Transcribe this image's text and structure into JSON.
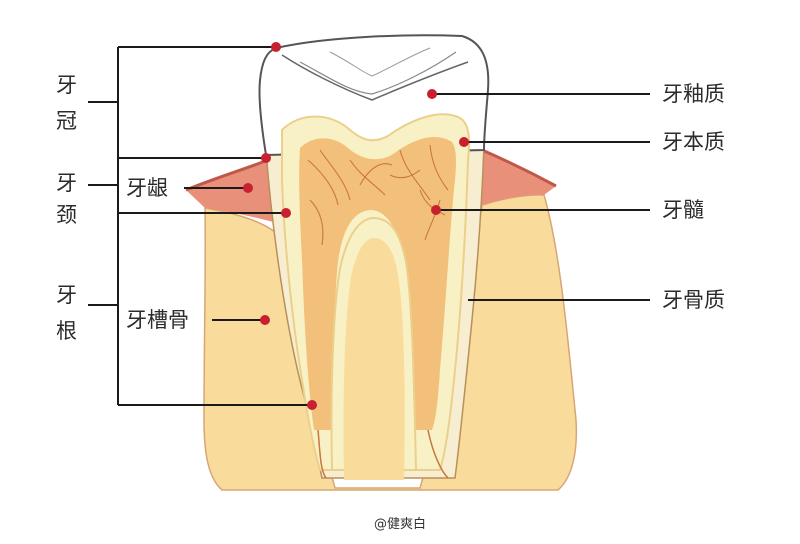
{
  "colors": {
    "bone": "#f9dc9c",
    "bone_edge": "#d9a574",
    "gum": "#e9907a",
    "gum_dark": "#c0584a",
    "dentin": "#f9f1c6",
    "dentin_edge": "#ebd08c",
    "pulp": "#f3c07c",
    "vessel": "#c9763f",
    "enamel": "#ffffff",
    "cementum": "#f7eed2",
    "root_line": "#b98f5a",
    "leader": "#1a1a1a",
    "marker": "#c8202e"
  },
  "left_groups": {
    "crown": [
      "牙",
      "冠"
    ],
    "neck": [
      "牙",
      "颈"
    ],
    "root": [
      "牙",
      "根"
    ]
  },
  "inner_labels": {
    "gum": "牙龈",
    "alveolar_bone": "牙槽骨"
  },
  "right_labels": {
    "enamel": "牙釉质",
    "dentin": "牙本质",
    "pulp": "牙髓",
    "cementum": "牙骨质"
  },
  "credit": "@健爽白"
}
